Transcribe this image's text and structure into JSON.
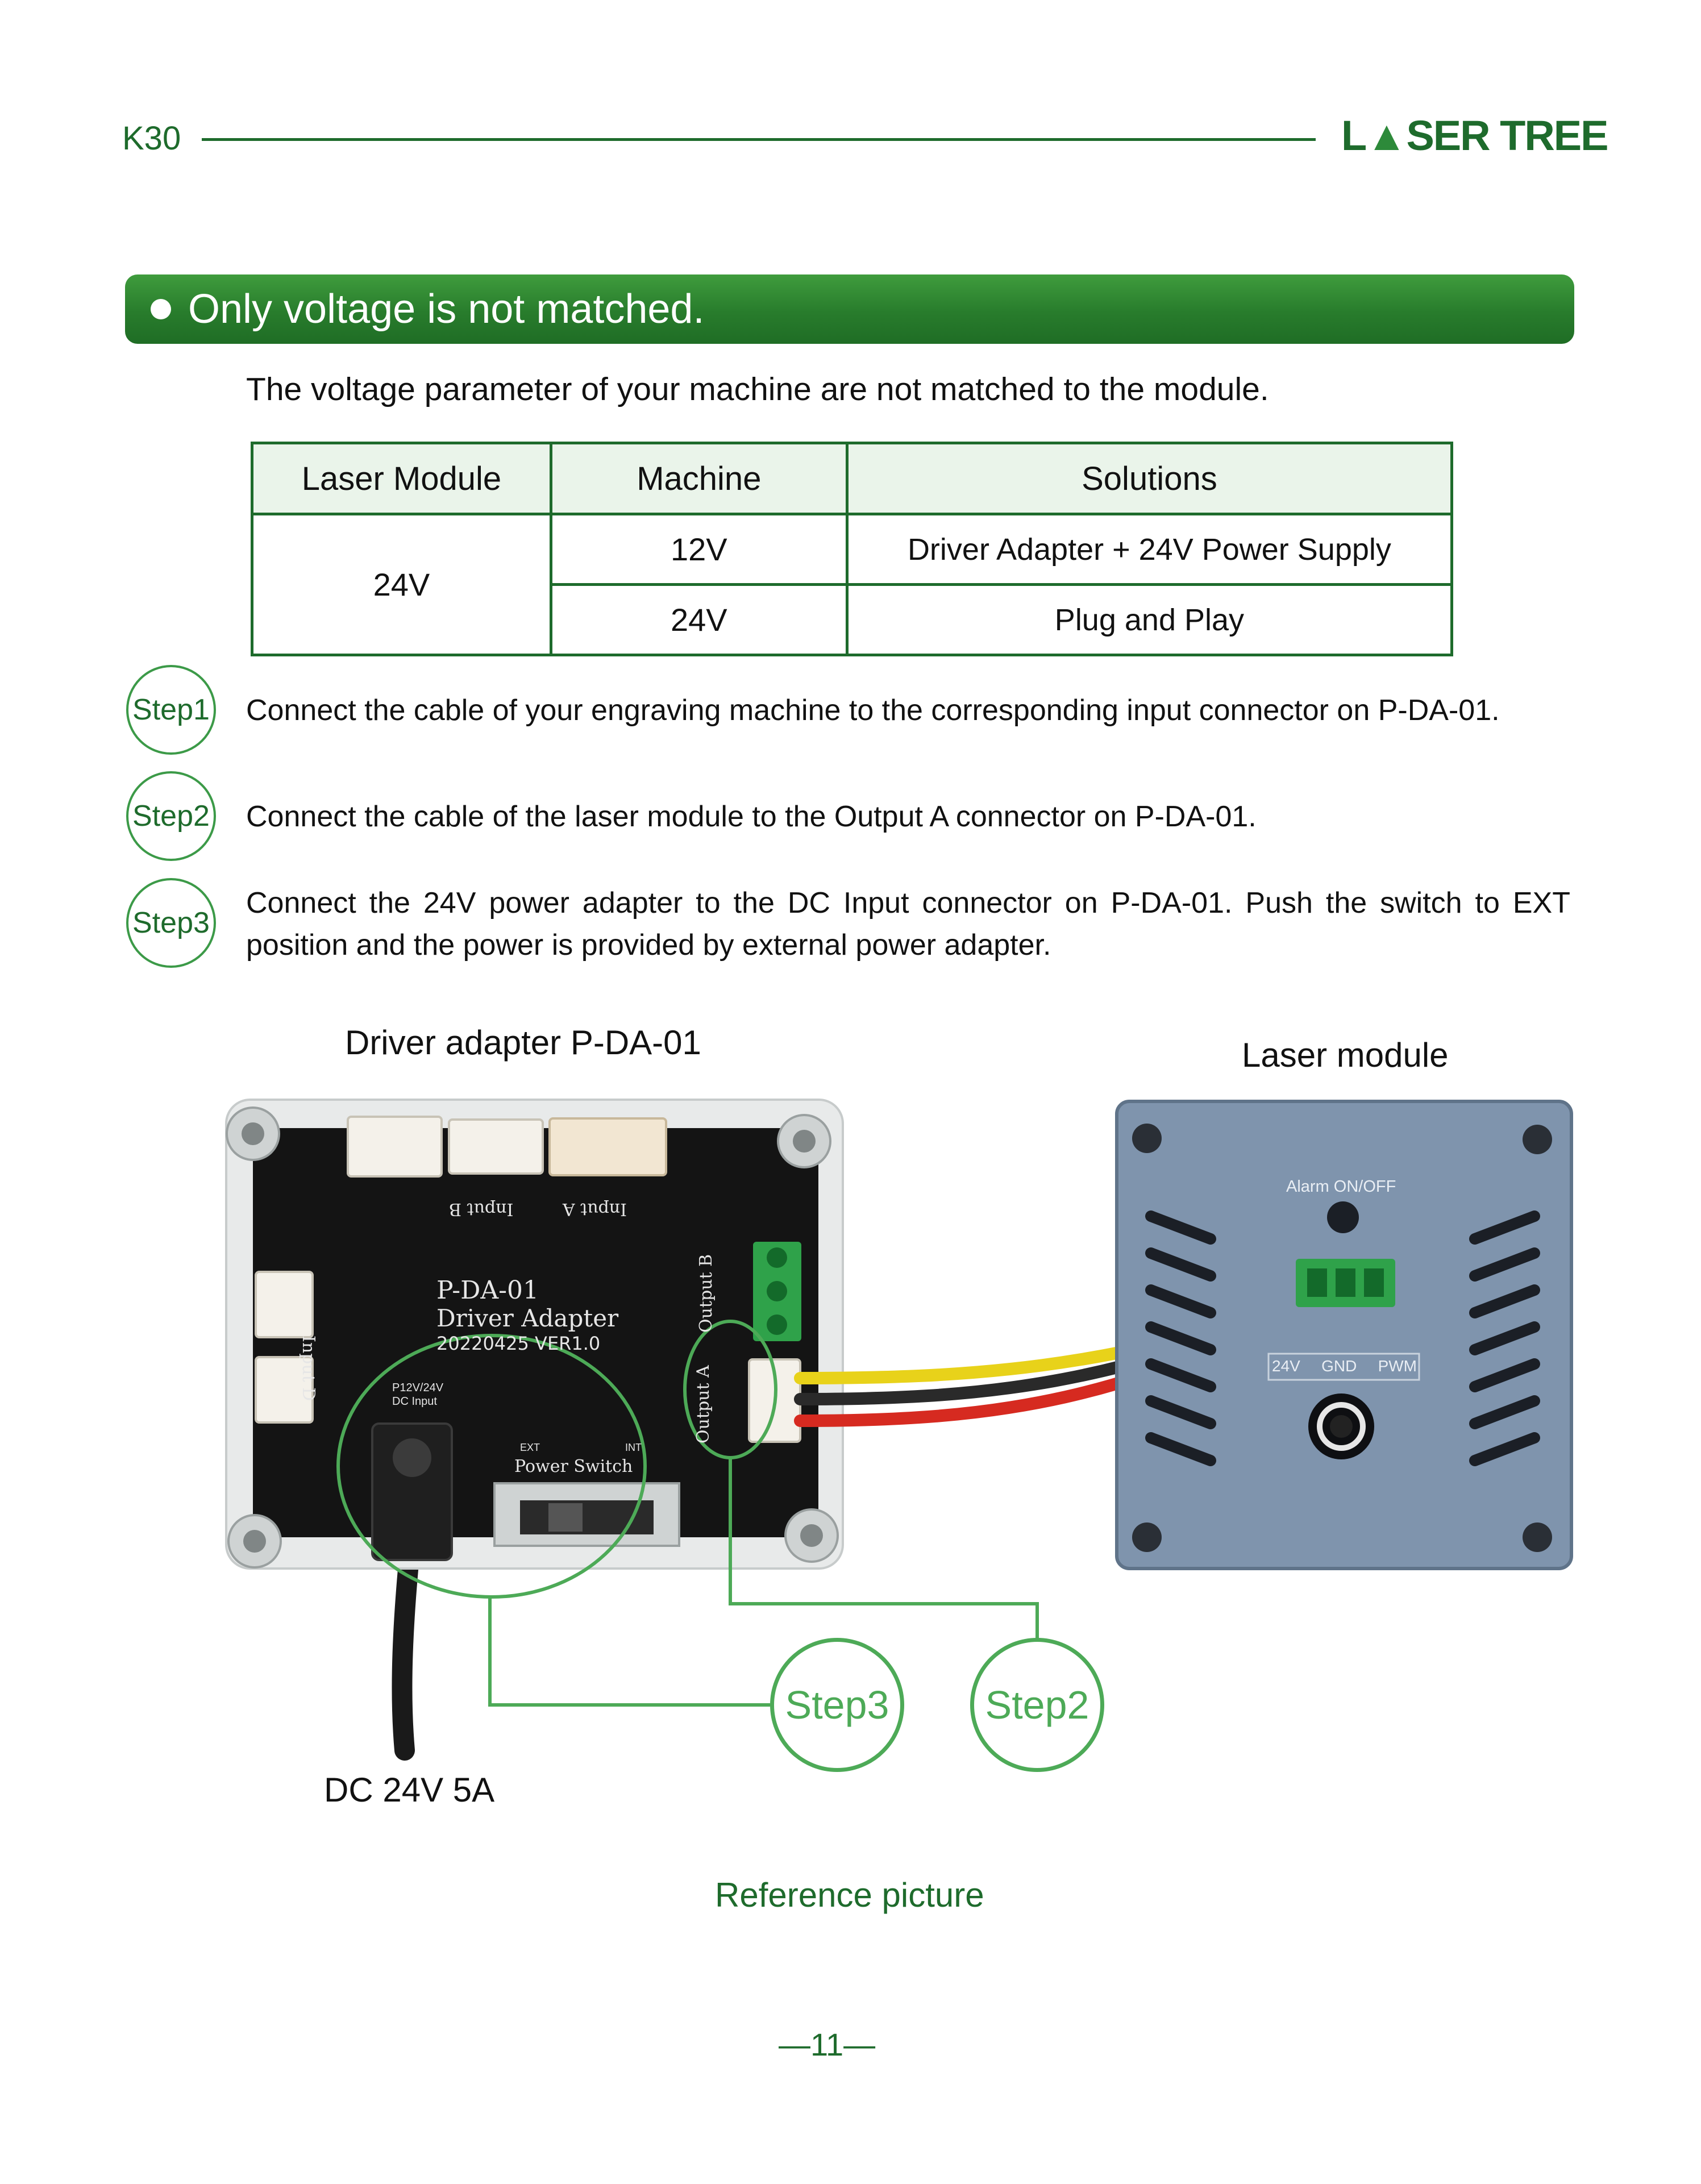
{
  "header": {
    "model": "K30",
    "logo": {
      "part1": "L",
      "part2": "SER TREE"
    }
  },
  "section": {
    "title": "Only voltage is not matched."
  },
  "intro": "The voltage parameter of your machine are not matched to the module.",
  "table": {
    "headers": [
      "Laser Module",
      "Machine",
      "Solutions"
    ],
    "module": "24V",
    "rows": [
      {
        "machine": "12V",
        "solution": "Driver Adapter + 24V Power Supply"
      },
      {
        "machine": "24V",
        "solution": "Plug and Play"
      }
    ]
  },
  "steps": [
    {
      "label": "Step1",
      "text": "Connect the cable of your engraving machine to the corresponding input connector on P-DA-01."
    },
    {
      "label": "Step2",
      "text": "Connect the cable of the laser module to the Output A connector on P-DA-01."
    },
    {
      "label": "Step3",
      "text": "Connect the 24V power adapter to the DC Input connector on P-DA-01. Push the switch to EXT position and the power is provided by external power adapter."
    }
  ],
  "figure": {
    "adapter_caption": "Driver adapter P-DA-01",
    "module_caption": "Laser module",
    "power_caption": "DC 24V 5A",
    "board": {
      "name": "P-DA-01",
      "subtitle": "Driver Adapter",
      "version": "20220425 VER1.0",
      "dc_input": "P12V/24V DC Input",
      "switch": "Power Switch",
      "switch_ext": "EXT",
      "switch_int": "INT",
      "input_a": "Input A",
      "input_b": "Input B",
      "input_d": "Input D",
      "output_a": "Output A",
      "output_b": "Output B"
    },
    "module": {
      "alarm": "Alarm ON/OFF",
      "pins": [
        "24V",
        "GND",
        "PWM"
      ]
    },
    "callouts": [
      "Step3",
      "Step2"
    ],
    "reference": "Reference picture"
  },
  "page_number": "—11—",
  "colors": {
    "brand_green": "#1e6b2c",
    "callout_green": "#4daa57",
    "wire_yellow": "#e8d21a",
    "wire_black": "#2a2a2a",
    "wire_red": "#d62a20",
    "module_blue": "#7f94ad"
  }
}
